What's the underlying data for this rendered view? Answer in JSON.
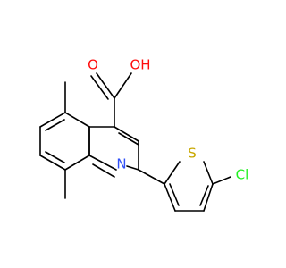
{
  "molecule": {
    "atoms": [
      {
        "element": "C"
      },
      {
        "element": "O",
        "label": "O"
      },
      {
        "element": "O",
        "label": "OH"
      },
      {
        "element": "C"
      },
      {
        "element": "C"
      },
      {
        "element": "C"
      },
      {
        "element": "N",
        "label": "N"
      },
      {
        "element": "C"
      },
      {
        "element": "C"
      },
      {
        "element": "C"
      },
      {
        "element": "C"
      },
      {
        "element": "C"
      },
      {
        "element": "C"
      },
      {
        "element": "C"
      },
      {
        "element": "C"
      },
      {
        "element": "C"
      },
      {
        "element": "S",
        "label": "S"
      },
      {
        "element": "C"
      },
      {
        "element": "Cl",
        "label": "Cl"
      },
      {
        "element": "C"
      },
      {
        "element": "C"
      }
    ],
    "colors": {
      "bond": "#000000",
      "O": "#ff0d0d",
      "N": "#3050f8",
      "S": "#c8a800",
      "Cl": "#1ff01f"
    }
  }
}
